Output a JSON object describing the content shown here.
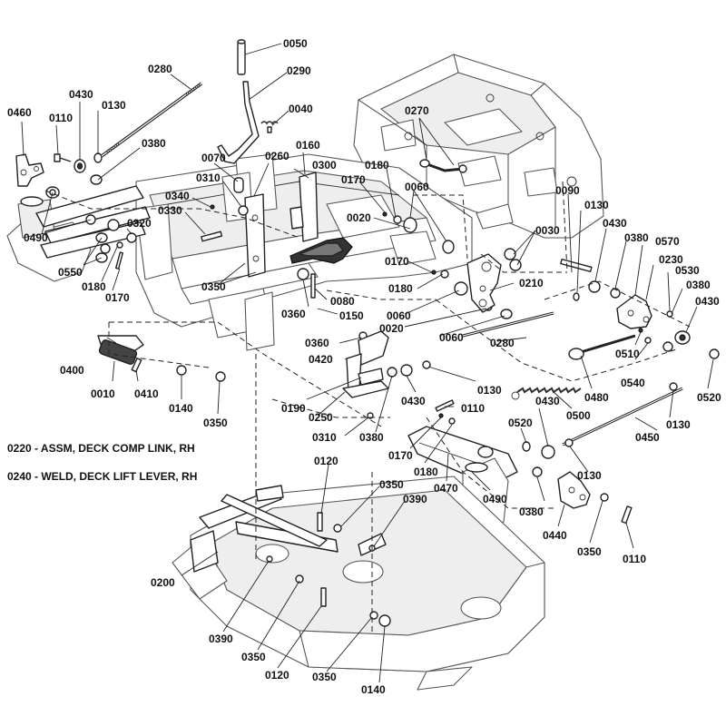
{
  "legend": [
    "0220 - ASSM, DECK COMP LINK, RH",
    "0240 - WELD, DECK LIFT LEVER, RH"
  ],
  "callouts": {
    "c0050": "0050",
    "c0280a": "0280",
    "c0290": "0290",
    "c0040": "0040",
    "c0460": "0460",
    "c0430a": "0430",
    "c0130a": "0130",
    "c0110a": "0110",
    "c0380a": "0380",
    "c0270": "0270",
    "c0160": "0160",
    "c0070": "0070",
    "c0260": "0260",
    "c0300": "0300",
    "c0180a": "0180",
    "c0170a": "0170",
    "c0060a": "0060",
    "c0310a": "0310",
    "c0340": "0340",
    "c0330": "0330",
    "c0020a": "0020",
    "c0090": "0090",
    "c0130b": "0130",
    "c0490a": "0490",
    "c0320": "0320",
    "c0030": "0030",
    "c0430b": "0430",
    "c0380b": "0380",
    "c0570": "0570",
    "c0550": "0550",
    "c0180b": "0180",
    "c0170b": "0170",
    "c0350a": "0350",
    "c0170c": "0170",
    "c0210": "0210",
    "c0230": "0230",
    "c0530": "0530",
    "c0380c": "0380",
    "c0430c": "0430",
    "c0180c": "0180",
    "c0080": "0080",
    "c0360a": "0360",
    "c0150": "0150",
    "c0060b": "0060",
    "c0020b": "0020",
    "c0060c": "0060",
    "c0360b": "0360",
    "c0420": "0420",
    "c0400": "0400",
    "c0010": "0010",
    "c0410": "0410",
    "c0140a": "0140",
    "c0350b": "0350",
    "c0190": "0190",
    "c0250": "0250",
    "c0310b": "0310",
    "c0380d": "0380",
    "c0130c": "0130",
    "c0110b": "0110",
    "c0430d": "0430",
    "c0280b": "0280",
    "c0510": "0510",
    "c0540": "0540",
    "c0480": "0480",
    "c0520a": "0520",
    "c0430e": "0430",
    "c0500": "0500",
    "c0130d": "0130",
    "c0450": "0450",
    "c0520b": "0520",
    "c0170d": "0170",
    "c0180d": "0180",
    "c0470": "0470",
    "c0490b": "0490",
    "c0130e": "0130",
    "c0380e": "0380",
    "c0440": "0440",
    "c0350c": "0350",
    "c0110c": "0110",
    "c0120a": "0120",
    "c0350d": "0350",
    "c0390a": "0390",
    "c0200": "0200",
    "c0390b": "0390",
    "c0350e": "0350",
    "c0120b": "0120",
    "c0350f": "0350",
    "c0140b": "0140"
  }
}
